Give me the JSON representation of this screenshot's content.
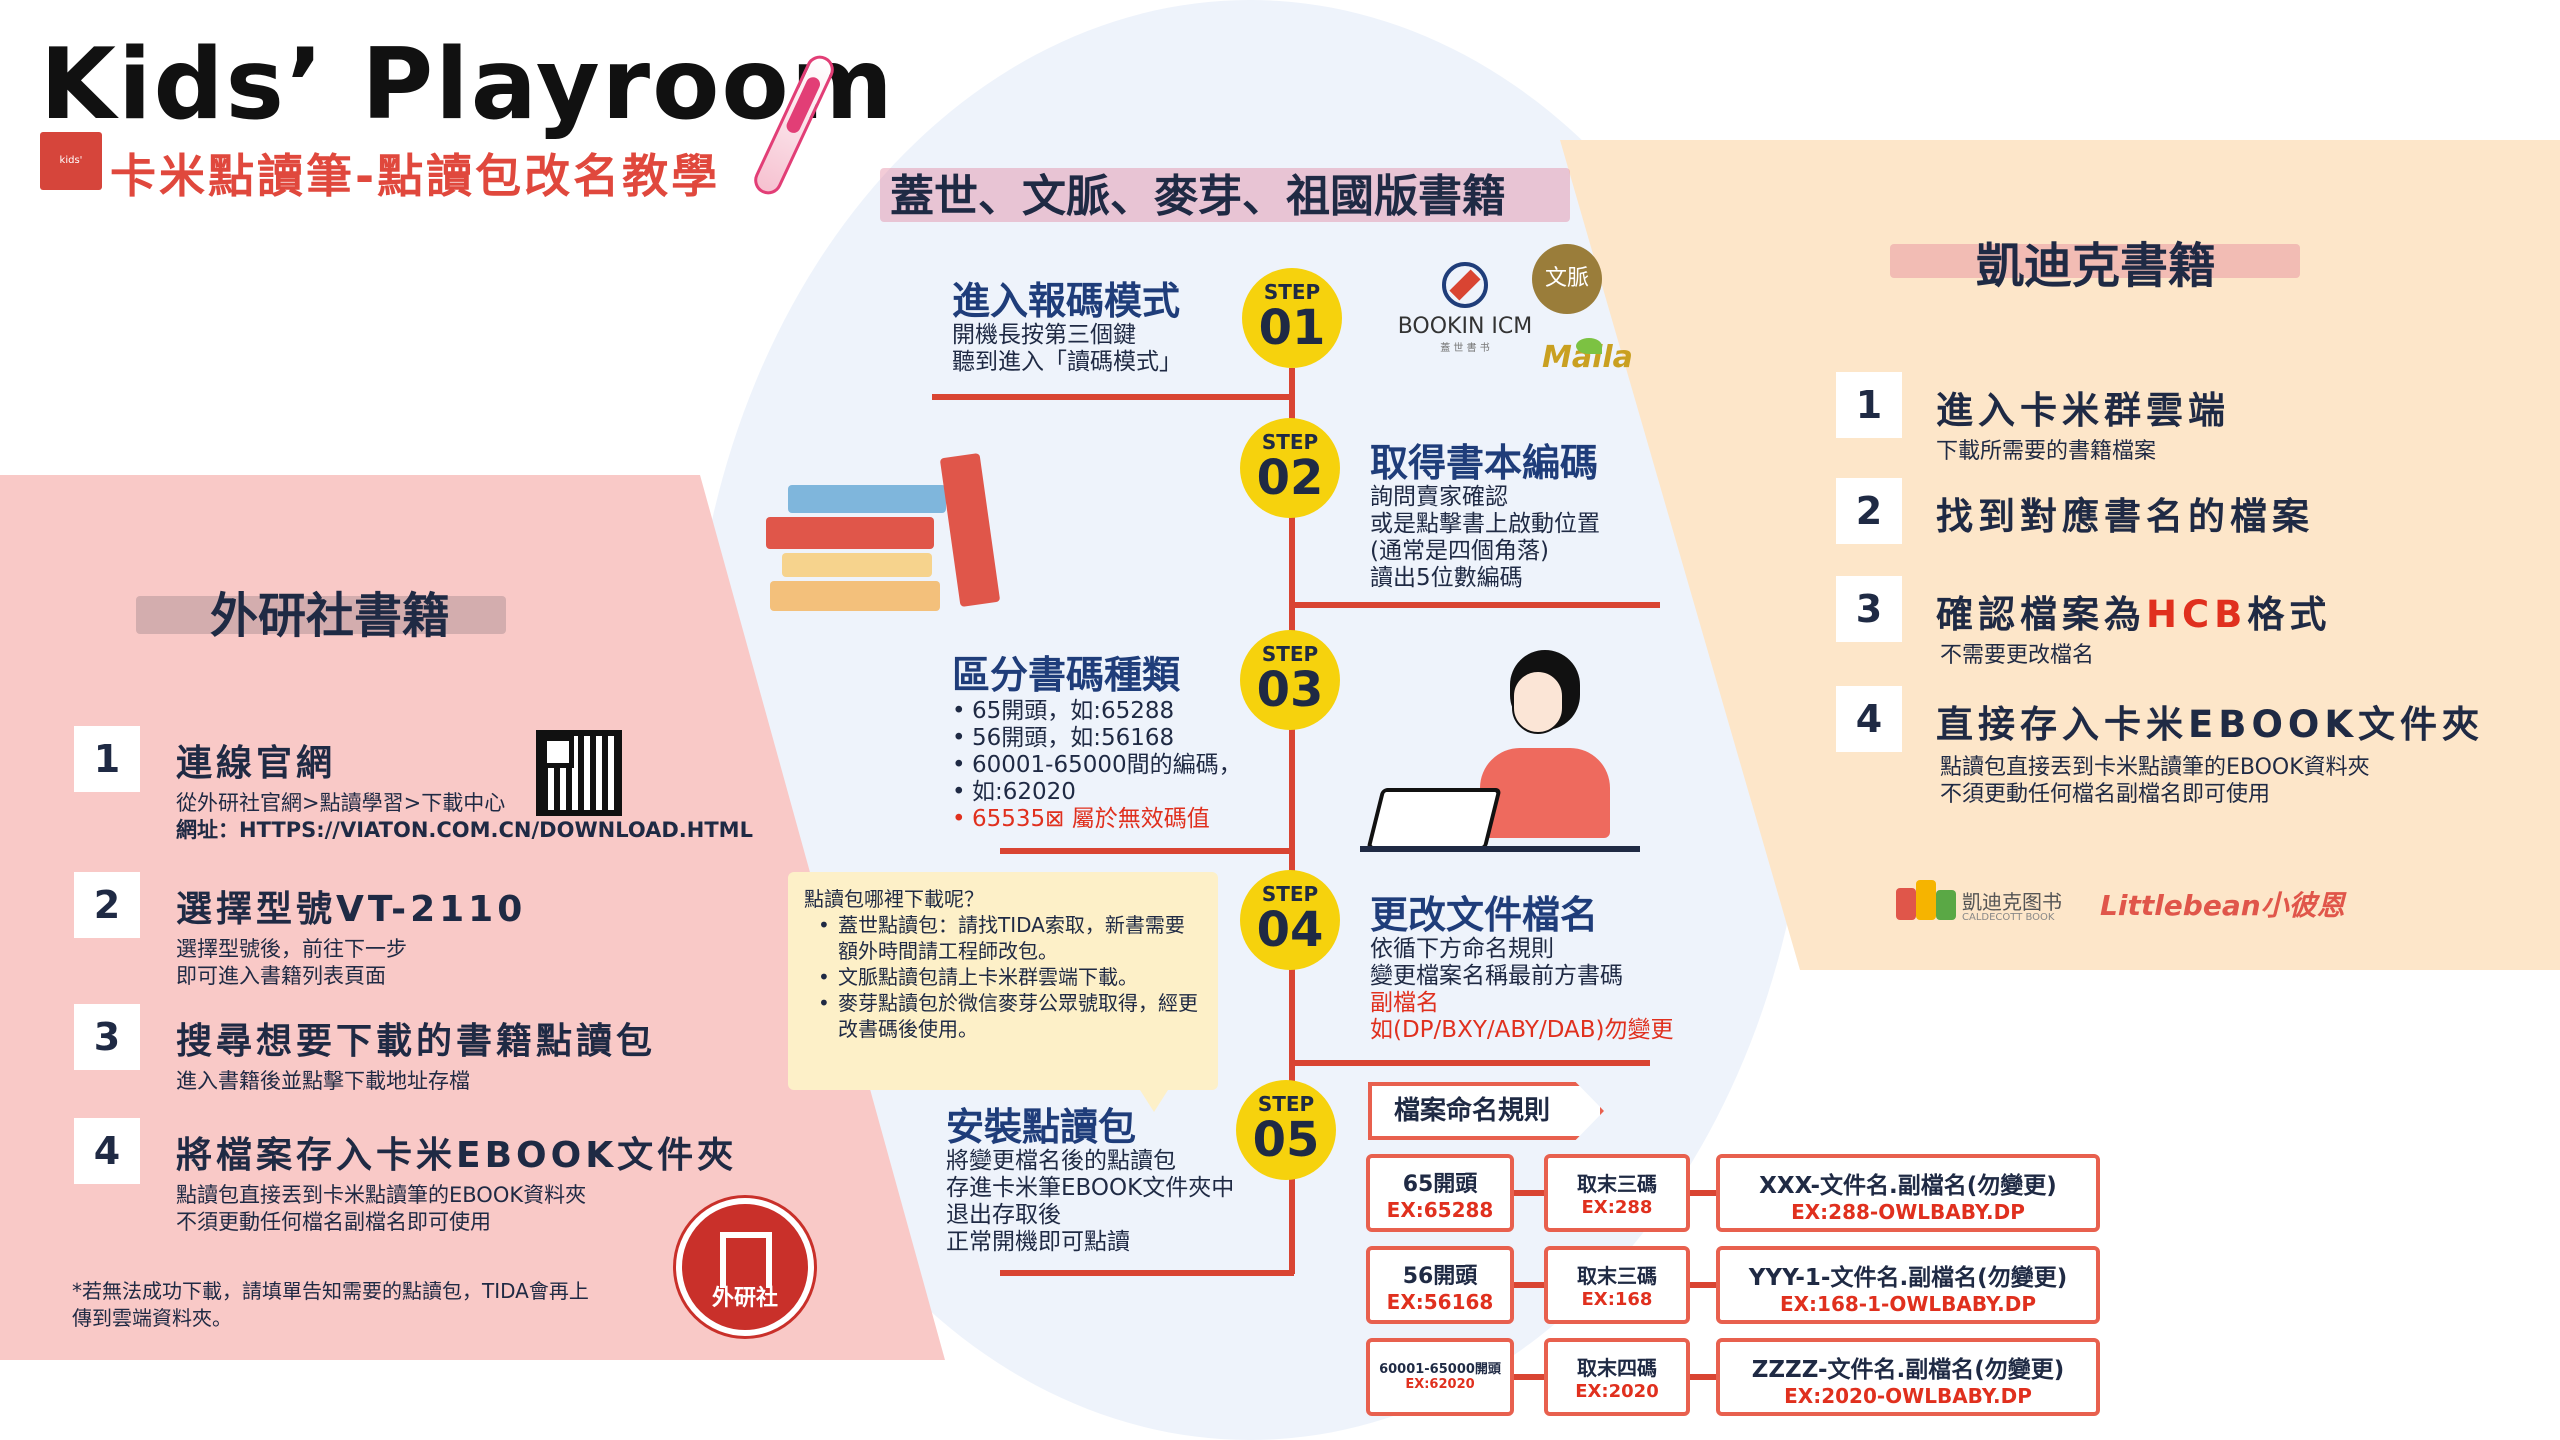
{
  "header": {
    "brand": "Kids’ Playroom",
    "subtitle": "卡米點讀筆-點讀包改名教學",
    "logo_text": "kids' playroom"
  },
  "center": {
    "title": "蓋世、文脈、麥芽、祖國版書籍",
    "partner_logo_text": "BOOKIN ICM",
    "partner_logo_sub": "蓋 世 書 书",
    "wenmai_logo": "文脈",
    "maila_logo": "Maila",
    "step_label": "STEP",
    "steps": [
      {
        "num": "01",
        "title": "進入報碼模式",
        "desc": [
          "開機長按第三個鍵",
          "聽到進入「讀碼模式」"
        ]
      },
      {
        "num": "02",
        "title": "取得書本編碼",
        "desc": [
          "詢問賣家確認",
          "或是點擊書上啟動位置",
          "(通常是四個角落)",
          "讀出5位數編碼"
        ]
      },
      {
        "num": "03",
        "title": "區分書碼種類",
        "bullets": [
          "65開頭，如:65288",
          "56開頭，如:56168",
          "60001-65000間的編碼，",
          "如:62020"
        ],
        "bullet_red": "65535⊠ 屬於無效碼值"
      },
      {
        "num": "04",
        "title": "更改文件檔名",
        "desc": [
          "依循下方命名規則",
          "變更檔案名稱最前方書碼"
        ],
        "desc_red": [
          "副檔名",
          "如(DP/BXY/ABY/DAB)勿變更"
        ]
      },
      {
        "num": "05",
        "title": "安裝點讀包",
        "desc": [
          "將變更檔名後的點讀包",
          "存進卡米筆EBOOK文件夾中",
          "退出存取後",
          "正常開機即可點讀"
        ]
      }
    ],
    "note": {
      "title": "點讀包哪裡下載呢？",
      "items": [
        "蓋世點讀包：請找TIDA索取，新書需要額外時間請工程師改包。",
        "文脈點讀包請上卡米群雲端下載。",
        "麥芽點讀包於微信麥芽公眾號取得，經更改書碼後使用。"
      ]
    },
    "naming_rule": {
      "tag": "檔案命名規則",
      "rows": [
        {
          "type": "65開頭",
          "type_ex": "EX:65288",
          "take": "取末三碼",
          "take_ex": "EX:288",
          "result": "XXX-文件名.副檔名(勿變更)",
          "result_ex": "EX:288-OWLBABY.DP"
        },
        {
          "type": "56開頭",
          "type_ex": "EX:56168",
          "take": "取末三碼",
          "take_ex": "EX:168",
          "result": "YYY-1-文件名.副檔名(勿變更)",
          "result_ex": "EX:168-1-OWLBABY.DP"
        },
        {
          "type": "60001-65000開頭",
          "type_ex": "EX:62020",
          "take": "取末四碼",
          "take_ex": "EX:2020",
          "result": "ZZZZ-文件名.副檔名(勿變更)",
          "result_ex": "EX:2020-OWLBABY.DP"
        }
      ]
    }
  },
  "left": {
    "title": "外研社書籍",
    "items": [
      {
        "num": "1",
        "title": "連線官網",
        "desc": [
          "從外研社官網>點讀學習>下載中心",
          "網址：HTTPS://VIATON.COM.CN/DOWNLOAD.HTML"
        ]
      },
      {
        "num": "2",
        "title": "選擇型號VT-2110",
        "desc": [
          "選擇型號後，前往下一步",
          "即可進入書籍列表頁面"
        ]
      },
      {
        "num": "3",
        "title": "搜尋想要下載的書籍點讀包",
        "desc": [
          "進入書籍後並點擊下載地址存檔"
        ]
      },
      {
        "num": "4",
        "title": "將檔案存入卡米EBOOK文件夾",
        "desc": [
          "點讀包直接丟到卡米點讀筆的EBOOK資料夾",
          "不須更動任何檔名副檔名即可使用"
        ]
      }
    ],
    "footnote": [
      "*若無法成功下載，請填單告知需要的點讀包，TIDA會再上",
      "傳到雲端資料夾。"
    ],
    "seal_name": "外研社"
  },
  "right": {
    "title": "凱迪克書籍",
    "items": [
      {
        "num": "1",
        "title": "進入卡米群雲端",
        "desc": [
          "下載所需要的書籍檔案"
        ]
      },
      {
        "num": "2",
        "title": "找到對應書名的檔案",
        "desc": []
      },
      {
        "num": "3",
        "title_pre": "確認檔案為",
        "title_red": "HCB",
        "title_post": "格式",
        "desc_red": "不需要更改檔名"
      },
      {
        "num": "4",
        "title": "直接存入卡米EBOOK文件夾",
        "desc": [
          "點讀包直接丟到卡米點讀筆的EBOOK資料夾",
          "不須更動任何檔名副檔名即可使用"
        ]
      }
    ],
    "logo_caldecott": "凱迪克图书",
    "logo_caldecott_sub": "CALDECOTT BOOK",
    "logo_littlebean": "Littlebean小彼恩"
  },
  "colors": {
    "accent_red": "#d94432",
    "step_yellow": "#f6d20d",
    "left_bg": "#f9c9c7",
    "right_bg": "#fde6c9",
    "center_bg": "#eef3fb",
    "title_navy": "#1f3d7a"
  }
}
